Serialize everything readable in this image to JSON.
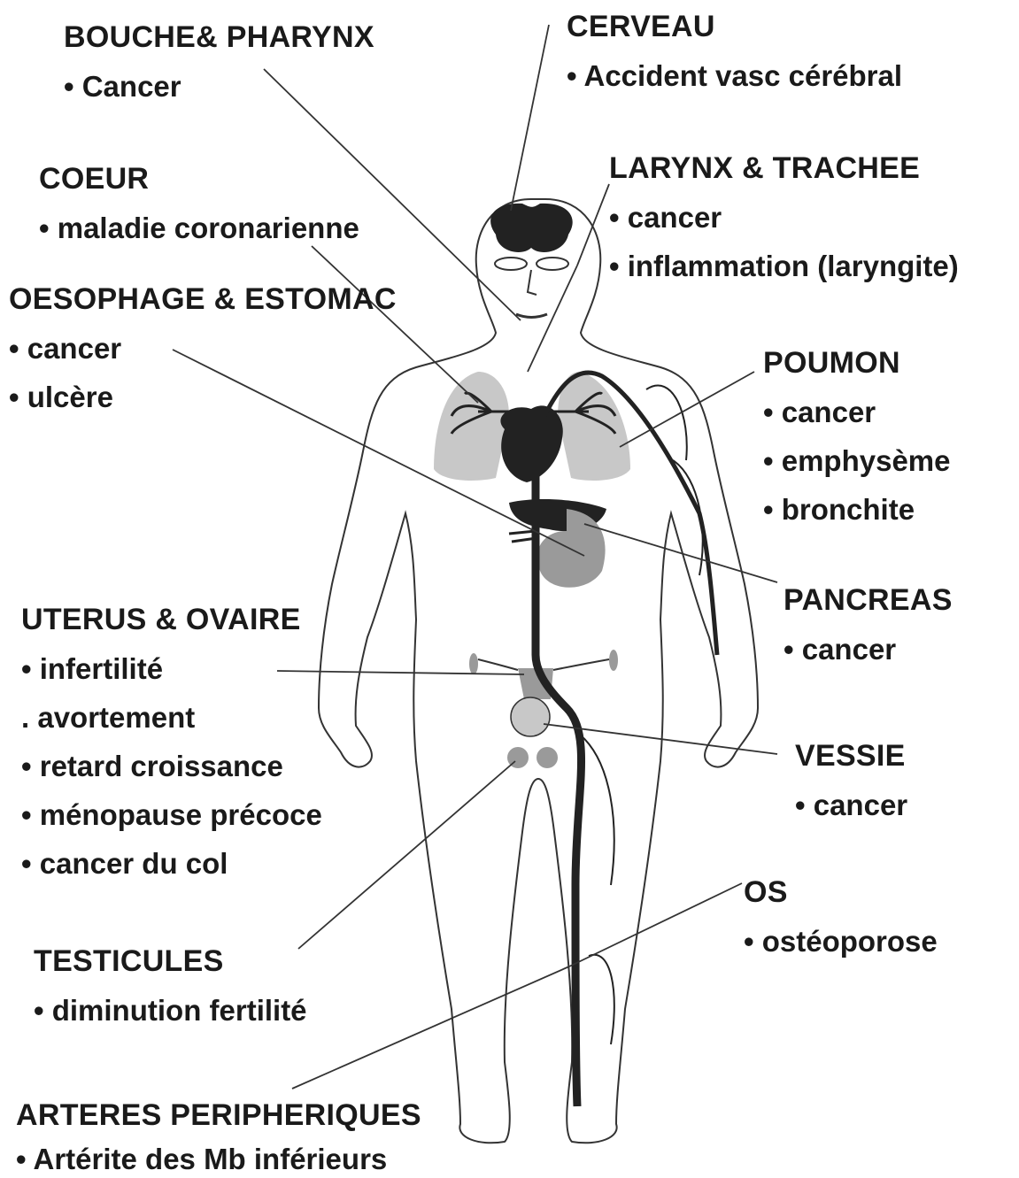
{
  "labels": {
    "bouche": {
      "title": "BOUCHE& PHARYNX",
      "items": [
        "• Cancer"
      ]
    },
    "cerveau": {
      "title": "CERVEAU",
      "items": [
        "• Accident vasc cérébral"
      ]
    },
    "coeur": {
      "title": "COEUR",
      "items": [
        "• maladie coronarienne"
      ]
    },
    "larynx": {
      "title": "LARYNX & TRACHEE",
      "items": [
        "• cancer",
        "• inflammation (laryngite)"
      ]
    },
    "oesophage": {
      "title": "OESOPHAGE & ESTOMAC",
      "items": [
        "• cancer",
        "• ulcère"
      ]
    },
    "poumon": {
      "title": "POUMON",
      "items": [
        "• cancer",
        "• emphysème",
        "• bronchite"
      ]
    },
    "pancreas": {
      "title": "PANCREAS",
      "items": [
        "• cancer"
      ]
    },
    "uterus": {
      "title": "UTERUS & OVAIRE",
      "items": [
        "• infertilité",
        ". avortement",
        "• retard croissance",
        "• ménopause précoce",
        "• cancer du col"
      ]
    },
    "vessie": {
      "title": "VESSIE",
      "items": [
        "• cancer"
      ]
    },
    "os": {
      "title": "OS",
      "items": [
        "• ostéoporose"
      ]
    },
    "testicules": {
      "title": "TESTICULES",
      "items": [
        "• diminution fertilité"
      ]
    },
    "arteres": {
      "title": "ARTERES PERIPHERIQUES",
      "items": [
        "• Artérite des Mb inférieurs"
      ]
    }
  },
  "colors": {
    "ink": "#1a1a1a",
    "organ_dark": "#222222",
    "organ_gray": "#9a9a9a",
    "organ_light": "#c8c8c8",
    "body_outline": "#333333"
  }
}
